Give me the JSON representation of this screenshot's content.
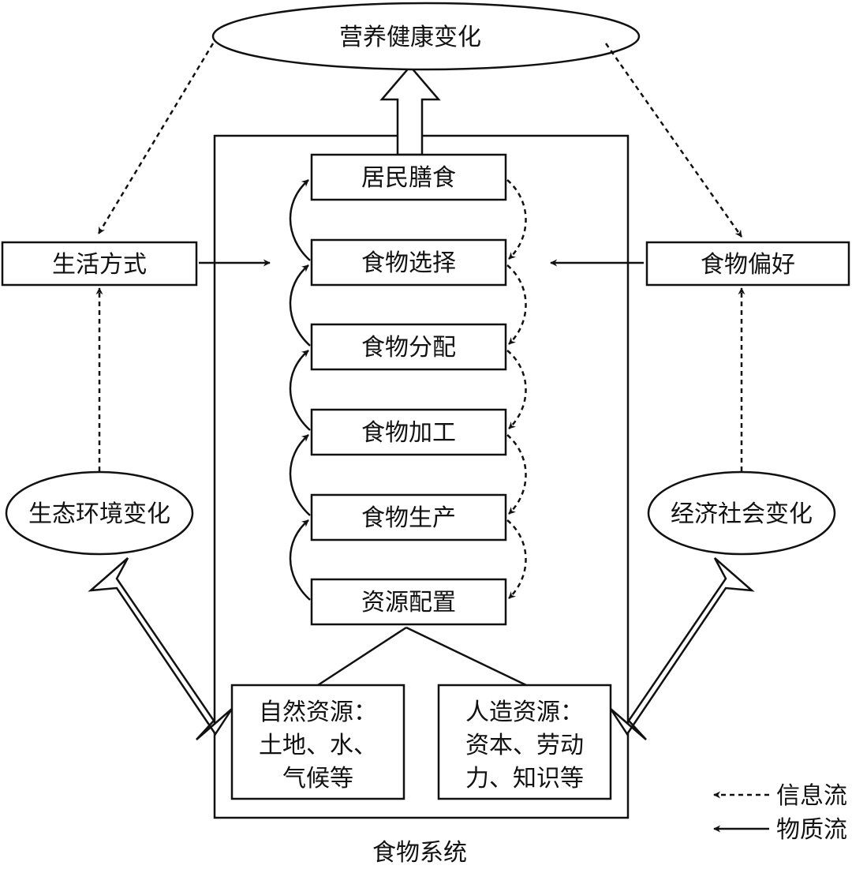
{
  "top_ellipse": "营养健康变化",
  "left_box": "生活方式",
  "right_box": "食物偏好",
  "left_ellipse": "生态环境变化",
  "right_ellipse": "经济社会变化",
  "chain": [
    "居民膳食",
    "食物选择",
    "食物分配",
    "食物加工",
    "食物生产",
    "资源配置"
  ],
  "natural_resources": [
    "自然资源：",
    "土地、水、",
    "气候等"
  ],
  "manmade_resources": [
    "人造资源：",
    "资本、劳动",
    "力、知识等"
  ],
  "system_label": "食物系统",
  "legend": {
    "info_flow": "信息流",
    "material_flow": "物质流"
  },
  "colors": {
    "stroke": "#111111",
    "background": "#ffffff"
  }
}
